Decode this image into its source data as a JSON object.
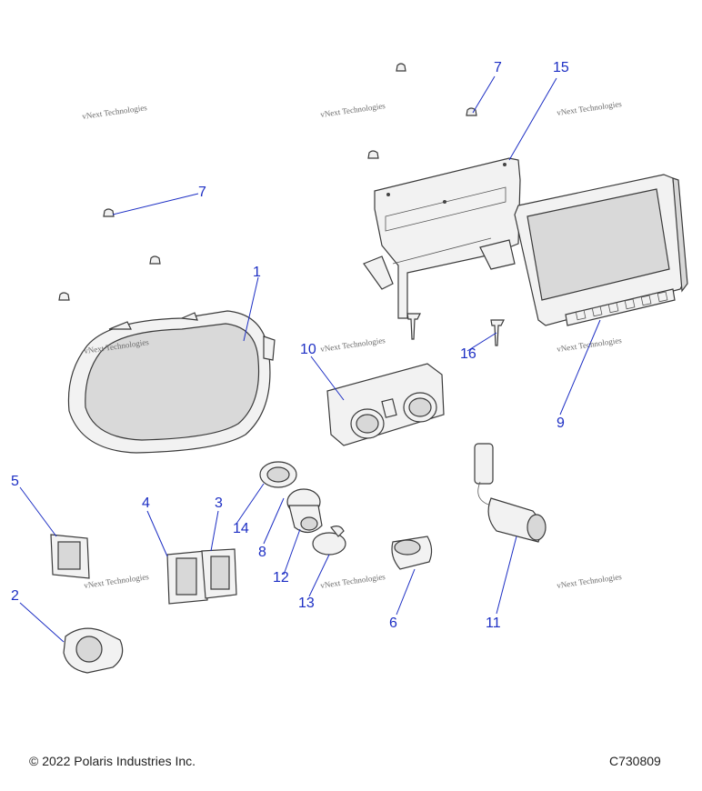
{
  "diagram": {
    "callouts": {
      "c1": "1",
      "c2": "2",
      "c3": "3",
      "c4": "4",
      "c5": "5",
      "c6": "6",
      "c7a": "7",
      "c7b": "7",
      "c8": "8",
      "c9": "9",
      "c10": "10",
      "c11": "11",
      "c12": "12",
      "c13": "13",
      "c14": "14",
      "c15": "15",
      "c16": "16"
    },
    "watermark": "vNext Technologies",
    "copyright": "© 2022 Polaris Industries Inc.",
    "drawing_number": "C730809",
    "callout_color": "#1d2fc4"
  }
}
